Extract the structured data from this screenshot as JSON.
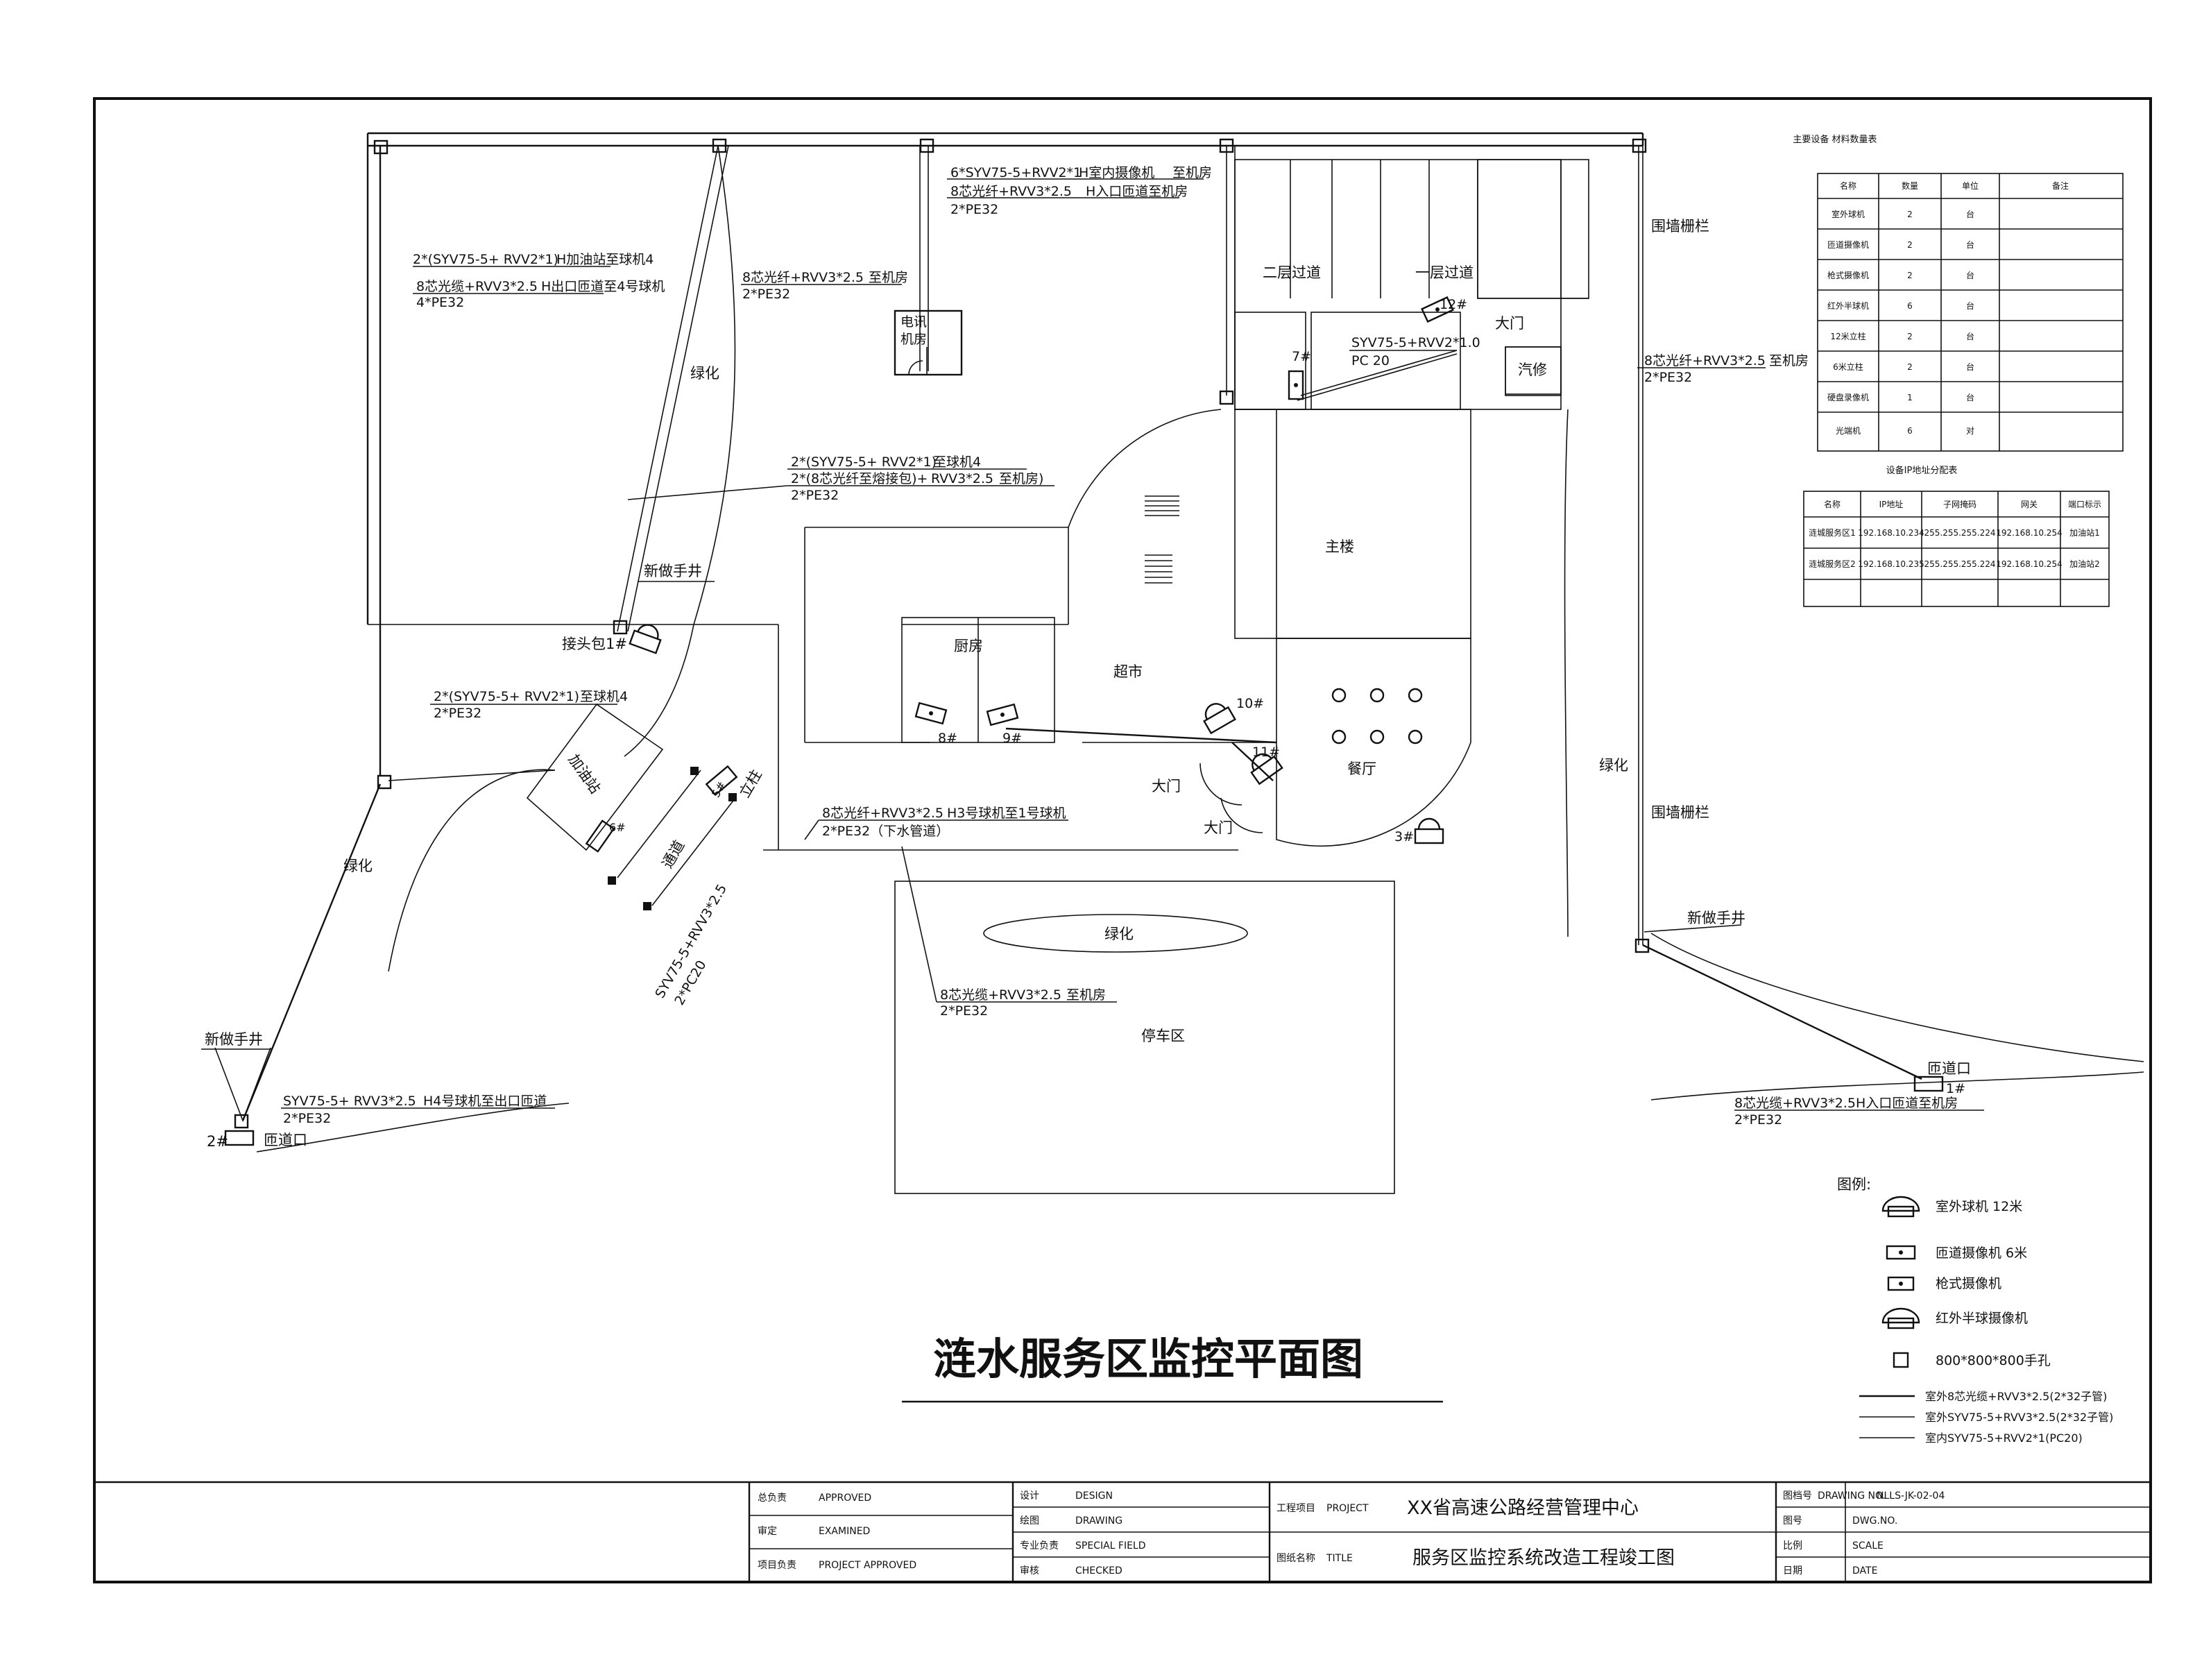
{
  "drawing_title": "涟水服务区监控平面图",
  "labels": {
    "cable_top_indoor_1": "6*SYV75-5+RVV2*1",
    "cable_top_indoor_2": "H室内摄像机",
    "cable_top_indoor_3": "至机房",
    "cable_top_indoor_4": "8芯光纤+RVV3*2.5",
    "cable_top_indoor_5": "H入口匝道至机房",
    "cable_top_indoor_6": "2*PE32",
    "cable_left_1": "2*(SYV75-5+ RVV2*1)",
    "cable_left_2": "H加油站至球机4",
    "cable_left_3": "8芯光缆+RVV3*2.5",
    "cable_left_4": "H出口匝道至4号球机",
    "cable_left_5": "4*PE32",
    "cable_mid_1": "8芯光纤+RVV3*2.5",
    "cable_mid_2": "至机房",
    "cable_mid_3": "2*PE32",
    "room_dianxun": "电讯",
    "room_jifang": "机房",
    "cable_center_1": "2*(SYV75-5+ RVV2*1)",
    "cable_center_2": "至球机4",
    "cable_center_3": "2*(8芯光纤至熔接包)+",
    "cable_center_4": "RVV3*2.5",
    "cable_center_5": "至机房)",
    "cable_center_6": "2*PE32",
    "green_1": "绿化",
    "well_1": "新做手井",
    "junction": "接头包",
    "cam_1": "1#",
    "cable_gas_1": "2*(SYV75-5+ RVV2*1)",
    "cable_gas_2": "至球机4",
    "cable_gas_3": "2*PE32",
    "gas_station": "加油站",
    "cam_6": "6#",
    "cam_5": "5#",
    "pole": "立柱",
    "road": "通道",
    "cable_diag_1": "SYV75-5+RVV3*2.5",
    "cable_diag_2": "2*PC20",
    "green_2": "绿化",
    "well_2": "新做手井",
    "cam_2": "2#",
    "ramp_exit": "匝道口",
    "cable_bl_1": "SYV75-5+ RVV3*2.5",
    "cable_bl_2": "H4号球机至出口匝道",
    "cable_bl_3": "2*PE32",
    "corridor_1": "二层过道",
    "corridor_2": "一层过道",
    "cam_12": "12#",
    "door_1": "大门",
    "cam_7": "7#",
    "cable_room_1": "SYV75-5+RVV2*1.0",
    "cable_room_2": "PC 20",
    "repair": "汽修",
    "main_bldg": "主楼",
    "kitchen": "厨房",
    "supermarket": "超市",
    "cam_8": "8#",
    "cam_9": "9#",
    "cam_10": "10#",
    "cam_11": "11#",
    "door_2": "大门",
    "door_3": "大门",
    "restaurant": "餐厅",
    "cam_3": "3#",
    "cable_sup_1": "8芯光纤+RVV3*2.5",
    "cable_sup_2": "H3号球机至1号球机",
    "cable_sup_3": "2*PE32（下水管道）",
    "green_3": "绿化",
    "cable_park_1": "8芯光缆+RVV3*2.5",
    "cable_park_2": "至机房",
    "cable_park_3": "2*PE32",
    "parking": "停车区",
    "cable_right_1": "8芯光纤+RVV3*2.5",
    "cable_right_2": "至机房",
    "cable_right_3": "2*PE32",
    "fence_1": "围墙栅栏",
    "green_4": "绿化",
    "fence_2": "围墙栅栏",
    "well_3": "新做手井",
    "ramp_entry": "匝道口",
    "cam_1b": "1#",
    "cable_br_1": "8芯光缆+RVV3*2.5",
    "cable_br_2": "H入口匝道至机房",
    "cable_br_3": "2*PE32"
  },
  "equipment_table": {
    "title": "主要设备 材料数量表",
    "headers": [
      "名称",
      "数量",
      "单位",
      "备注"
    ],
    "rows": [
      [
        "室外球机",
        "2",
        "台",
        ""
      ],
      [
        "匝道摄像机",
        "2",
        "台",
        ""
      ],
      [
        "枪式摄像机",
        "2",
        "台",
        ""
      ],
      [
        "红外半球机",
        "6",
        "台",
        ""
      ],
      [
        "12米立柱",
        "2",
        "台",
        ""
      ],
      [
        "6米立柱",
        "2",
        "台",
        ""
      ],
      [
        "硬盘录像机",
        "1",
        "台",
        ""
      ],
      [
        "光端机",
        "6",
        "对",
        ""
      ]
    ]
  },
  "ip_table": {
    "title": "设备IP地址分配表",
    "headers": [
      "名称",
      "IP地址",
      "子网掩码",
      "网关",
      "端口标示"
    ],
    "rows": [
      [
        "涟城服务区1",
        "192.168.10.234",
        "255.255.255.224",
        "192.168.10.254",
        "加油站1"
      ],
      [
        "涟城服务区2",
        "192.168.10.235",
        "255.255.255.224",
        "192.168.10.254",
        "加油站2"
      ]
    ]
  },
  "legend": {
    "title": "图例:",
    "items": [
      {
        "label": "室外球机 12米",
        "icon": "dome-camera-icon"
      },
      {
        "label": "匝道摄像机 6米",
        "icon": "ramp-camera-icon"
      },
      {
        "label": "枪式摄像机",
        "icon": "bullet-camera-icon"
      },
      {
        "label": "红外半球摄像机",
        "icon": "ir-dome-camera-icon"
      },
      {
        "label": "800*800*800手孔",
        "icon": "hand-hole-icon"
      }
    ],
    "lines": [
      "室外8芯光缆+RVV3*2.5(2*32子管)",
      "室外SYV75-5+RVV3*2.5(2*32子管)",
      "室内SYV75-5+RVV2*1(PC20)"
    ]
  },
  "title_block": {
    "r1": "总负责",
    "r1en": "APPROVED",
    "r2": "审定",
    "r2en": "EXAMINED",
    "r3": "项目负责",
    "r3en": "PROJECT APPROVED",
    "c1": "设计",
    "c1en": "DESIGN",
    "c2": "绘图",
    "c2en": "DRAWING",
    "c3": "专业负责",
    "c3en": "SPECIAL FIELD",
    "c4": "审核",
    "c4en": "CHECKED",
    "project_label": "工程项目",
    "project_label_en": "PROJECT",
    "project_name": "XX省高速公路经营管理中心",
    "drawing_label": "图纸名称",
    "drawing_label_en": "TITLE",
    "drawing_name": "服务区监控系统改造工程竣工图",
    "drawing_no_label": "图档号",
    "drawing_no_en": "DRAWING NO.",
    "drawing_no": "NLLS-JK-02-04",
    "sheet_label": "图号",
    "sheet_en": "DWG.NO.",
    "scale_label": "比例",
    "scale_en": "SCALE",
    "date_label": "日期",
    "date_en": "DATE"
  }
}
